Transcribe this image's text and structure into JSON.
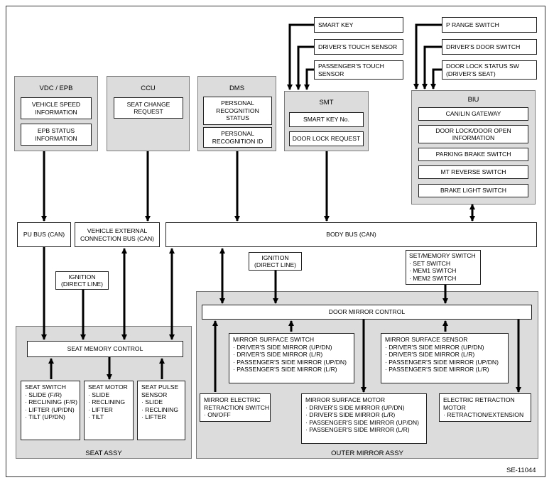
{
  "figure_code": "SE-11044",
  "groups": {
    "vdc_epb": {
      "title": "VDC / EPB",
      "items": [
        "VEHICLE SPEED\nINFORMATION",
        "EPB STATUS\nINFORMATION"
      ]
    },
    "ccu": {
      "title": "CCU",
      "items": [
        "SEAT CHANGE\nREQUEST"
      ]
    },
    "dms": {
      "title": "DMS",
      "items": [
        "PERSONAL\nRECOGNITION\nSTATUS",
        "PERSONAL\nRECOGNITION ID"
      ]
    },
    "smt": {
      "title": "SMT",
      "items": [
        "SMART KEY No.",
        "DOOR LOCK REQUEST"
      ]
    },
    "biu": {
      "title": "BIU",
      "items": [
        "CAN/LIN GATEWAY",
        "DOOR LOCK/DOOR OPEN\nINFORMATION",
        "PARKING BRAKE SWITCH",
        "MT REVERSE SWITCH",
        "BRAKE LIGHT SWITCH"
      ]
    },
    "seat_assy": {
      "title": "SEAT ASSY"
    },
    "outer_mirror_assy": {
      "title": "OUTER MIRROR ASSY"
    }
  },
  "inputs": {
    "smart_key": "SMART KEY",
    "drivers_touch_sensor": "DRIVER'S TOUCH SENSOR",
    "passengers_touch_sensor": "PASSENGER'S TOUCH\nSENSOR",
    "p_range_switch": "P RANGE SWITCH",
    "drivers_door_switch": "DRIVER'S DOOR SWITCH",
    "door_lock_status_sw": "DOOR LOCK STATUS SW\n(DRIVER'S SEAT)"
  },
  "buses": {
    "pu_bus": "PU BUS (CAN)",
    "vehicle_external_bus": "VEHICLE EXTERNAL\nCONNECTION BUS (CAN)",
    "body_bus": "BODY BUS (CAN)"
  },
  "ignition_seat": "IGNITION\n(DIRECT LINE)",
  "ignition_mirror": "IGNITION\n(DIRECT LINE)",
  "set_memory_switch": "SET/MEMORY SWITCH\n· SET SWITCH\n· MEM1 SWITCH\n· MEM2 SWITCH",
  "seat_memory_control": "SEAT MEMORY CONTROL",
  "seat_switch": "SEAT SWITCH\n· SLIDE (F/R)\n· RECLINING (F/R)\n· LIFTER (UP/DN)\n· TILT (UP/DN)",
  "seat_motor": "SEAT MOTOR\n· SLIDE\n· RECLINING\n· LIFTER\n· TILT",
  "seat_pulse_sensor": "SEAT PULSE\nSENSOR\n· SLIDE\n· RECLINING\n· LIFTER",
  "door_mirror_control": "DOOR MIRROR CONTROL",
  "mirror_surface_switch": "MIRROR SURFACE SWITCH\n· DRIVER'S SIDE MIRROR (UP/DN)\n· DRIVER'S SIDE MIRROR (L/R)\n· PASSENGER'S SIDE MIRROR (UP/DN)\n· PASSENGER'S SIDE MIRROR (L/R)",
  "mirror_surface_sensor": "MIRROR SURFACE SENSOR\n· DRIVER'S SIDE MIRROR (UP/DN)\n· DRIVER'S SIDE MIRROR (L/R)\n· PASSENGER'S SIDE MIRROR (UP/DN)\n· PASSENGER'S SIDE MIRROR (L/R)",
  "mirror_electric_retraction_switch": "MIRROR ELECTRIC\nRETRACTION SWITCH\n· ON/OFF",
  "mirror_surface_motor": "MIRROR SURFACE MOTOR\n· DRIVER'S SIDE MIRROR (UP/DN)\n· DRIVER'S SIDE MIRROR (L/R)\n· PASSENGER'S SIDE MIRROR (UP/DN)\n· PASSENGER'S SIDE MIRROR (L/R)",
  "electric_retraction_motor": "ELECTRIC RETRACTION\nMOTOR\n· RETRACTION/EXTENSION"
}
